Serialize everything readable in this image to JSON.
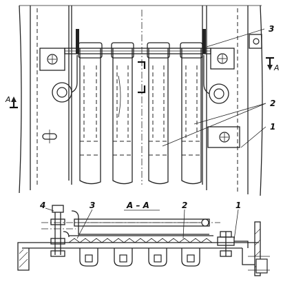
{
  "labels": {
    "callout_1_top": "1",
    "callout_2_top": "2",
    "callout_3_top": "3",
    "section_marker_left": "A",
    "section_marker_right": "A",
    "section_title": "A – A",
    "callout_4_bottom": "4",
    "callout_3_bottom": "3",
    "callout_2_bottom": "2",
    "callout_1_bottom": "1"
  },
  "colors": {
    "ink": "#222222",
    "paper": "#ffffff"
  }
}
